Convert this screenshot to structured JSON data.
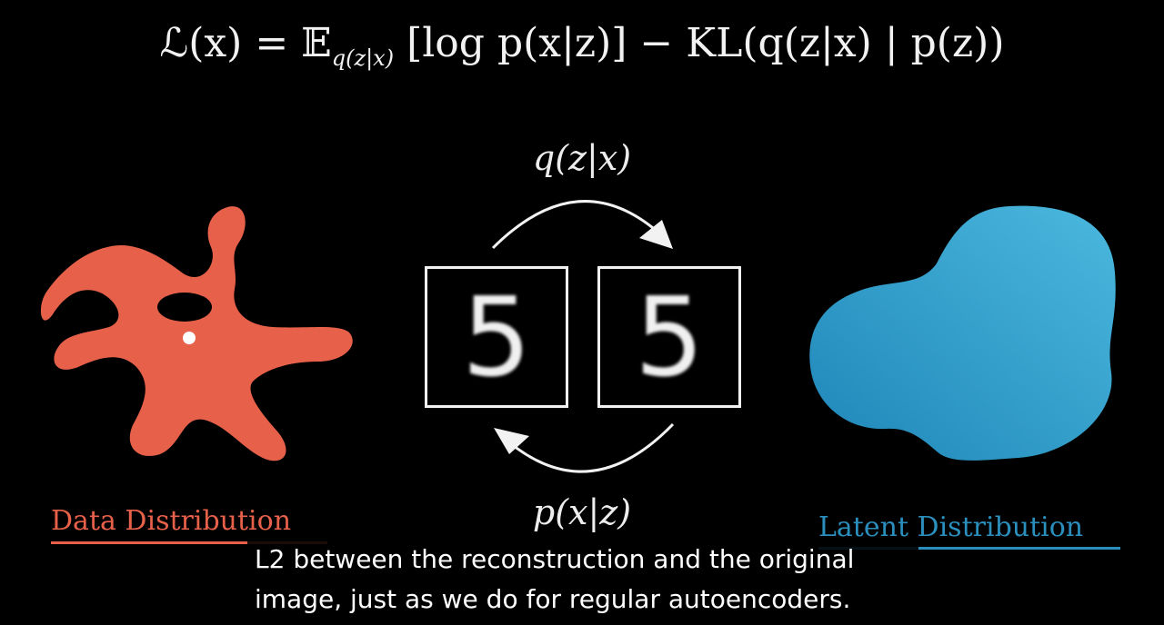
{
  "formula": {
    "lhs": "ℒ(x) = 𝔼",
    "subscript": "q(z|x)",
    "rhs": " [log p(x|z)] − KL(q(z|x) | p(z))"
  },
  "labels": {
    "encoder": "q(z|x)",
    "decoder": "p(x|z)"
  },
  "digits": {
    "input": "5",
    "reconstruction": "5"
  },
  "distributions": {
    "data": "Data Distribution",
    "latent": "Latent Distribution"
  },
  "colors": {
    "data": "#e7614a",
    "latent": "#3aa7d2"
  },
  "subtitle": {
    "line1": "L2 between the reconstruction and the original",
    "line2": "image, just as we do for regular autoencoders."
  }
}
